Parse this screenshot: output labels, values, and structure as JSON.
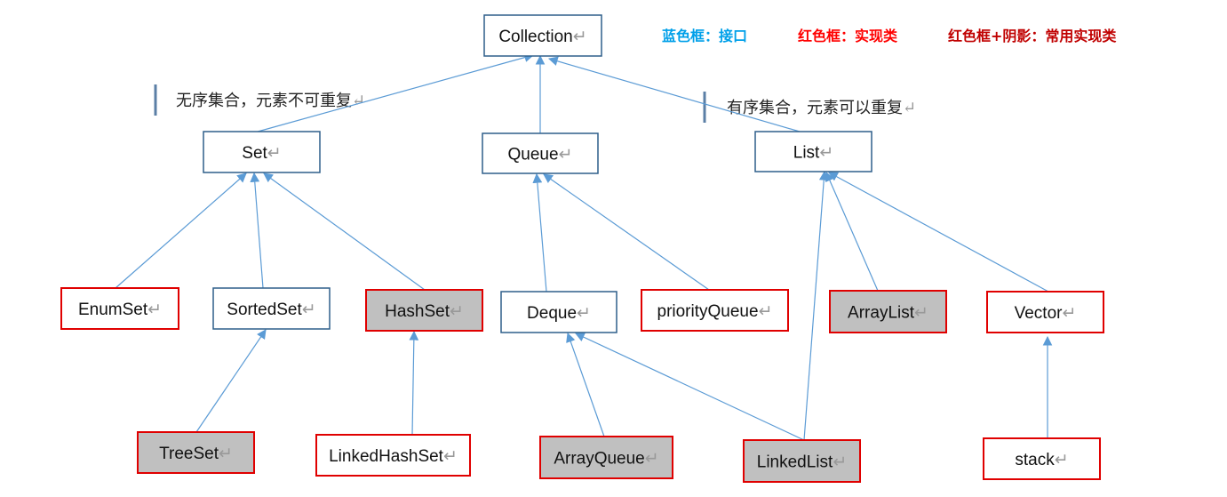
{
  "legend": [
    {
      "text": "蓝色框：接口",
      "color": "#00a0e9"
    },
    {
      "text": "红色框：实现类",
      "color": "#ff0000"
    },
    {
      "text": "红色框+阴影：常用实现类",
      "color": "#c00000"
    }
  ],
  "notes": [
    {
      "id": "set-note",
      "text": "无序集合，元素不可重复"
    },
    {
      "id": "list-note",
      "text": "有序集合，元素可以重复"
    }
  ],
  "colors": {
    "interface_border": "#2e5f8a",
    "impl_border": "#e00000",
    "common_fill": "#c0c0c0",
    "arrow": "#5b9bd5"
  },
  "return_mark": "↵",
  "nodes": [
    {
      "id": "collection",
      "label": "Collection",
      "kind": "interface"
    },
    {
      "id": "set",
      "label": "Set",
      "kind": "interface"
    },
    {
      "id": "queue",
      "label": "Queue",
      "kind": "interface"
    },
    {
      "id": "list",
      "label": "List",
      "kind": "interface"
    },
    {
      "id": "enumset",
      "label": "EnumSet",
      "kind": "impl"
    },
    {
      "id": "sortedset",
      "label": "SortedSet",
      "kind": "interface"
    },
    {
      "id": "hashset",
      "label": "HashSet",
      "kind": "common"
    },
    {
      "id": "deque",
      "label": "Deque",
      "kind": "interface"
    },
    {
      "id": "priorityqueue",
      "label": "priorityQueue",
      "kind": "impl"
    },
    {
      "id": "arraylist",
      "label": "ArrayList",
      "kind": "common"
    },
    {
      "id": "vector",
      "label": "Vector",
      "kind": "impl"
    },
    {
      "id": "treeset",
      "label": "TreeSet",
      "kind": "common"
    },
    {
      "id": "linkedhashset",
      "label": "LinkedHashSet",
      "kind": "impl"
    },
    {
      "id": "arrayqueue",
      "label": "ArrayQueue",
      "kind": "common"
    },
    {
      "id": "linkedlist",
      "label": "LinkedList",
      "kind": "common"
    },
    {
      "id": "stack",
      "label": "stack",
      "kind": "impl"
    }
  ],
  "edges": [
    {
      "from": "set",
      "to": "collection"
    },
    {
      "from": "queue",
      "to": "collection"
    },
    {
      "from": "list",
      "to": "collection"
    },
    {
      "from": "enumset",
      "to": "set"
    },
    {
      "from": "sortedset",
      "to": "set"
    },
    {
      "from": "hashset",
      "to": "set"
    },
    {
      "from": "deque",
      "to": "queue"
    },
    {
      "from": "priorityqueue",
      "to": "queue"
    },
    {
      "from": "linkedlist",
      "to": "list"
    },
    {
      "from": "arraylist",
      "to": "list"
    },
    {
      "from": "vector",
      "to": "list"
    },
    {
      "from": "treeset",
      "to": "sortedset"
    },
    {
      "from": "linkedhashset",
      "to": "hashset"
    },
    {
      "from": "arrayqueue",
      "to": "deque"
    },
    {
      "from": "linkedlist",
      "to": "deque"
    },
    {
      "from": "stack",
      "to": "vector"
    }
  ]
}
